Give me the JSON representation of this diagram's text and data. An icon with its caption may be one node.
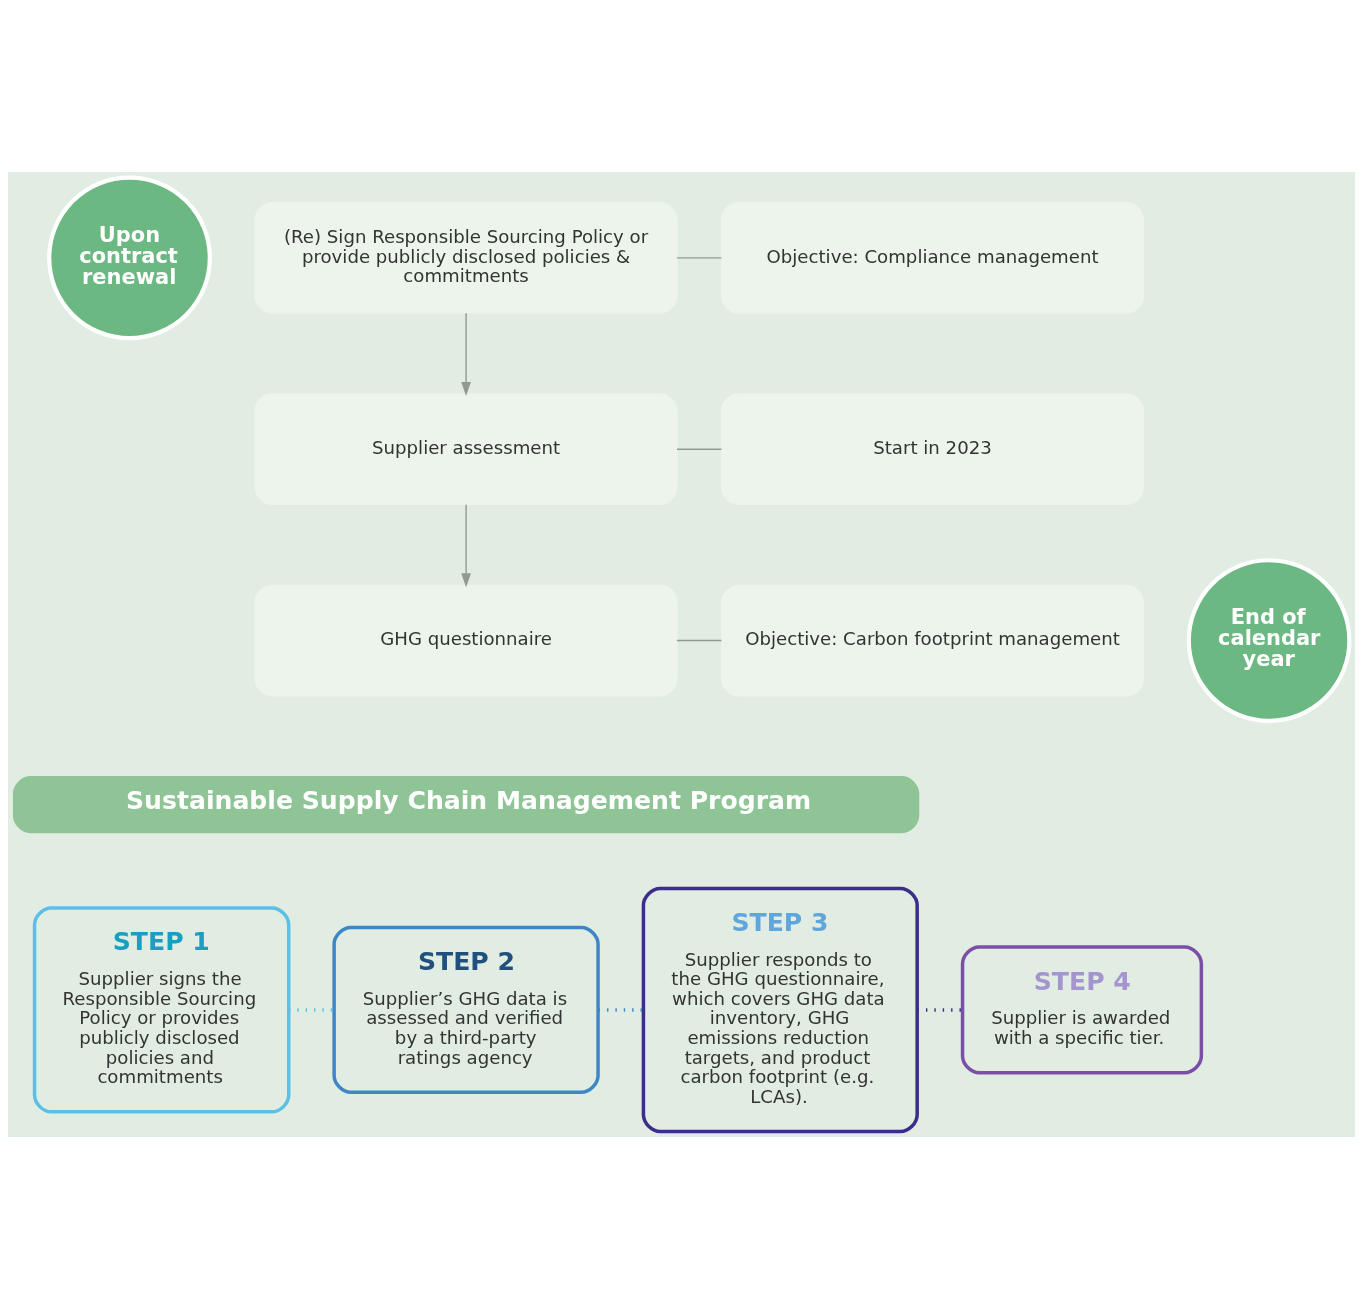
{
  "diagram": {
    "nodes": [
      {
        "text": [
          "Upon contract renewal"
        ]
      },
      {
        "text": [
          "(Re) Sign Responsible Sourcing Policy or provide publicly disclosed policies & commitments"
        ]
      },
      {
        "text": [
          "Objective: Compliance management"
        ]
      },
      {
        "text": [
          "Supplier assessment"
        ]
      },
      {
        "text": [
          "Start in 2023"
        ]
      },
      {
        "text": [
          "End of calendar year"
        ]
      },
      {
        "text": [
          "GHG questionnaire"
        ]
      },
      {
        "text": [
          "Objective: Carbon footprint management"
        ]
      },
      {
        "text": [
          "Sustainable Supply Chain Management Program"
        ]
      },
      {
        "text": [
          "STEP 1",
          "Supplier signs the Responsible Sourcing Policy or provides publicly disclosed policies and commitments"
        ]
      },
      {
        "text": [
          "STEP 2",
          "Supplier’s GHG data is assessed and verified by a third-party ratings agency"
        ]
      },
      {
        "text": [
          "STEP 3",
          "Supplier responds to the GHG questionnaire, which covers GHG data inventory, GHG emissions reduction targets, and product carbon footprint (e.g. LCAs)."
        ]
      },
      {
        "text": [
          "STEP 4",
          "Supplier is awarded with a specific tier."
        ]
      }
    ],
    "edges": [
      {
        "from": 1,
        "to": 3,
        "arrow": "to"
      },
      {
        "from": 3,
        "to": 6,
        "arrow": "to"
      },
      {
        "from": 1,
        "to": 2,
        "arrow": "none"
      },
      {
        "from": 3,
        "to": 4,
        "arrow": "none"
      },
      {
        "from": 6,
        "to": 7,
        "arrow": "none"
      },
      {
        "from": 9,
        "to": 10,
        "arrow": "none",
        "style": "dashed",
        "color": "#5bbfe6"
      },
      {
        "from": 10,
        "to": 11,
        "arrow": "none",
        "style": "dashed",
        "color": "#3f86c6"
      },
      {
        "from": 11,
        "to": 12,
        "arrow": "none",
        "style": "dashed",
        "color": "#3b2d88"
      }
    ]
  }
}
